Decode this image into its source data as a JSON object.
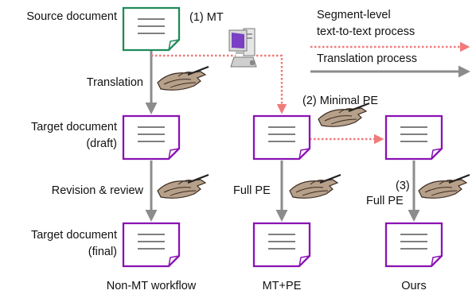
{
  "labels": {
    "source_document": "Source document",
    "translation": "Translation",
    "target_draft_line1": "Target document",
    "target_draft_line2": "(draft)",
    "revision_review": "Revision & review",
    "target_final_line1": "Target document",
    "target_final_line2": "(final)",
    "mt": "(1) MT",
    "minimal_pe": "(2) Minimal PE",
    "full_pe": "Full PE",
    "step3_num": "(3)",
    "step3_label": "Full PE"
  },
  "legend": {
    "segment_line1": "Segment-level",
    "segment_line2": "text-to-text process",
    "translation_process": "Translation process"
  },
  "columns": {
    "non_mt": "Non-MT workflow",
    "mt_pe": "MT+PE",
    "ours": "Ours"
  },
  "icons": {
    "document": "document-icon",
    "hand_writing": "hand-writing-icon",
    "computer": "computer-icon"
  },
  "colors": {
    "source_doc_border": "#1f8a5a",
    "target_doc_border": "#8a12b4",
    "dotted_arrow": "#f07a7a",
    "solid_arrow": "#8c8c8c"
  }
}
